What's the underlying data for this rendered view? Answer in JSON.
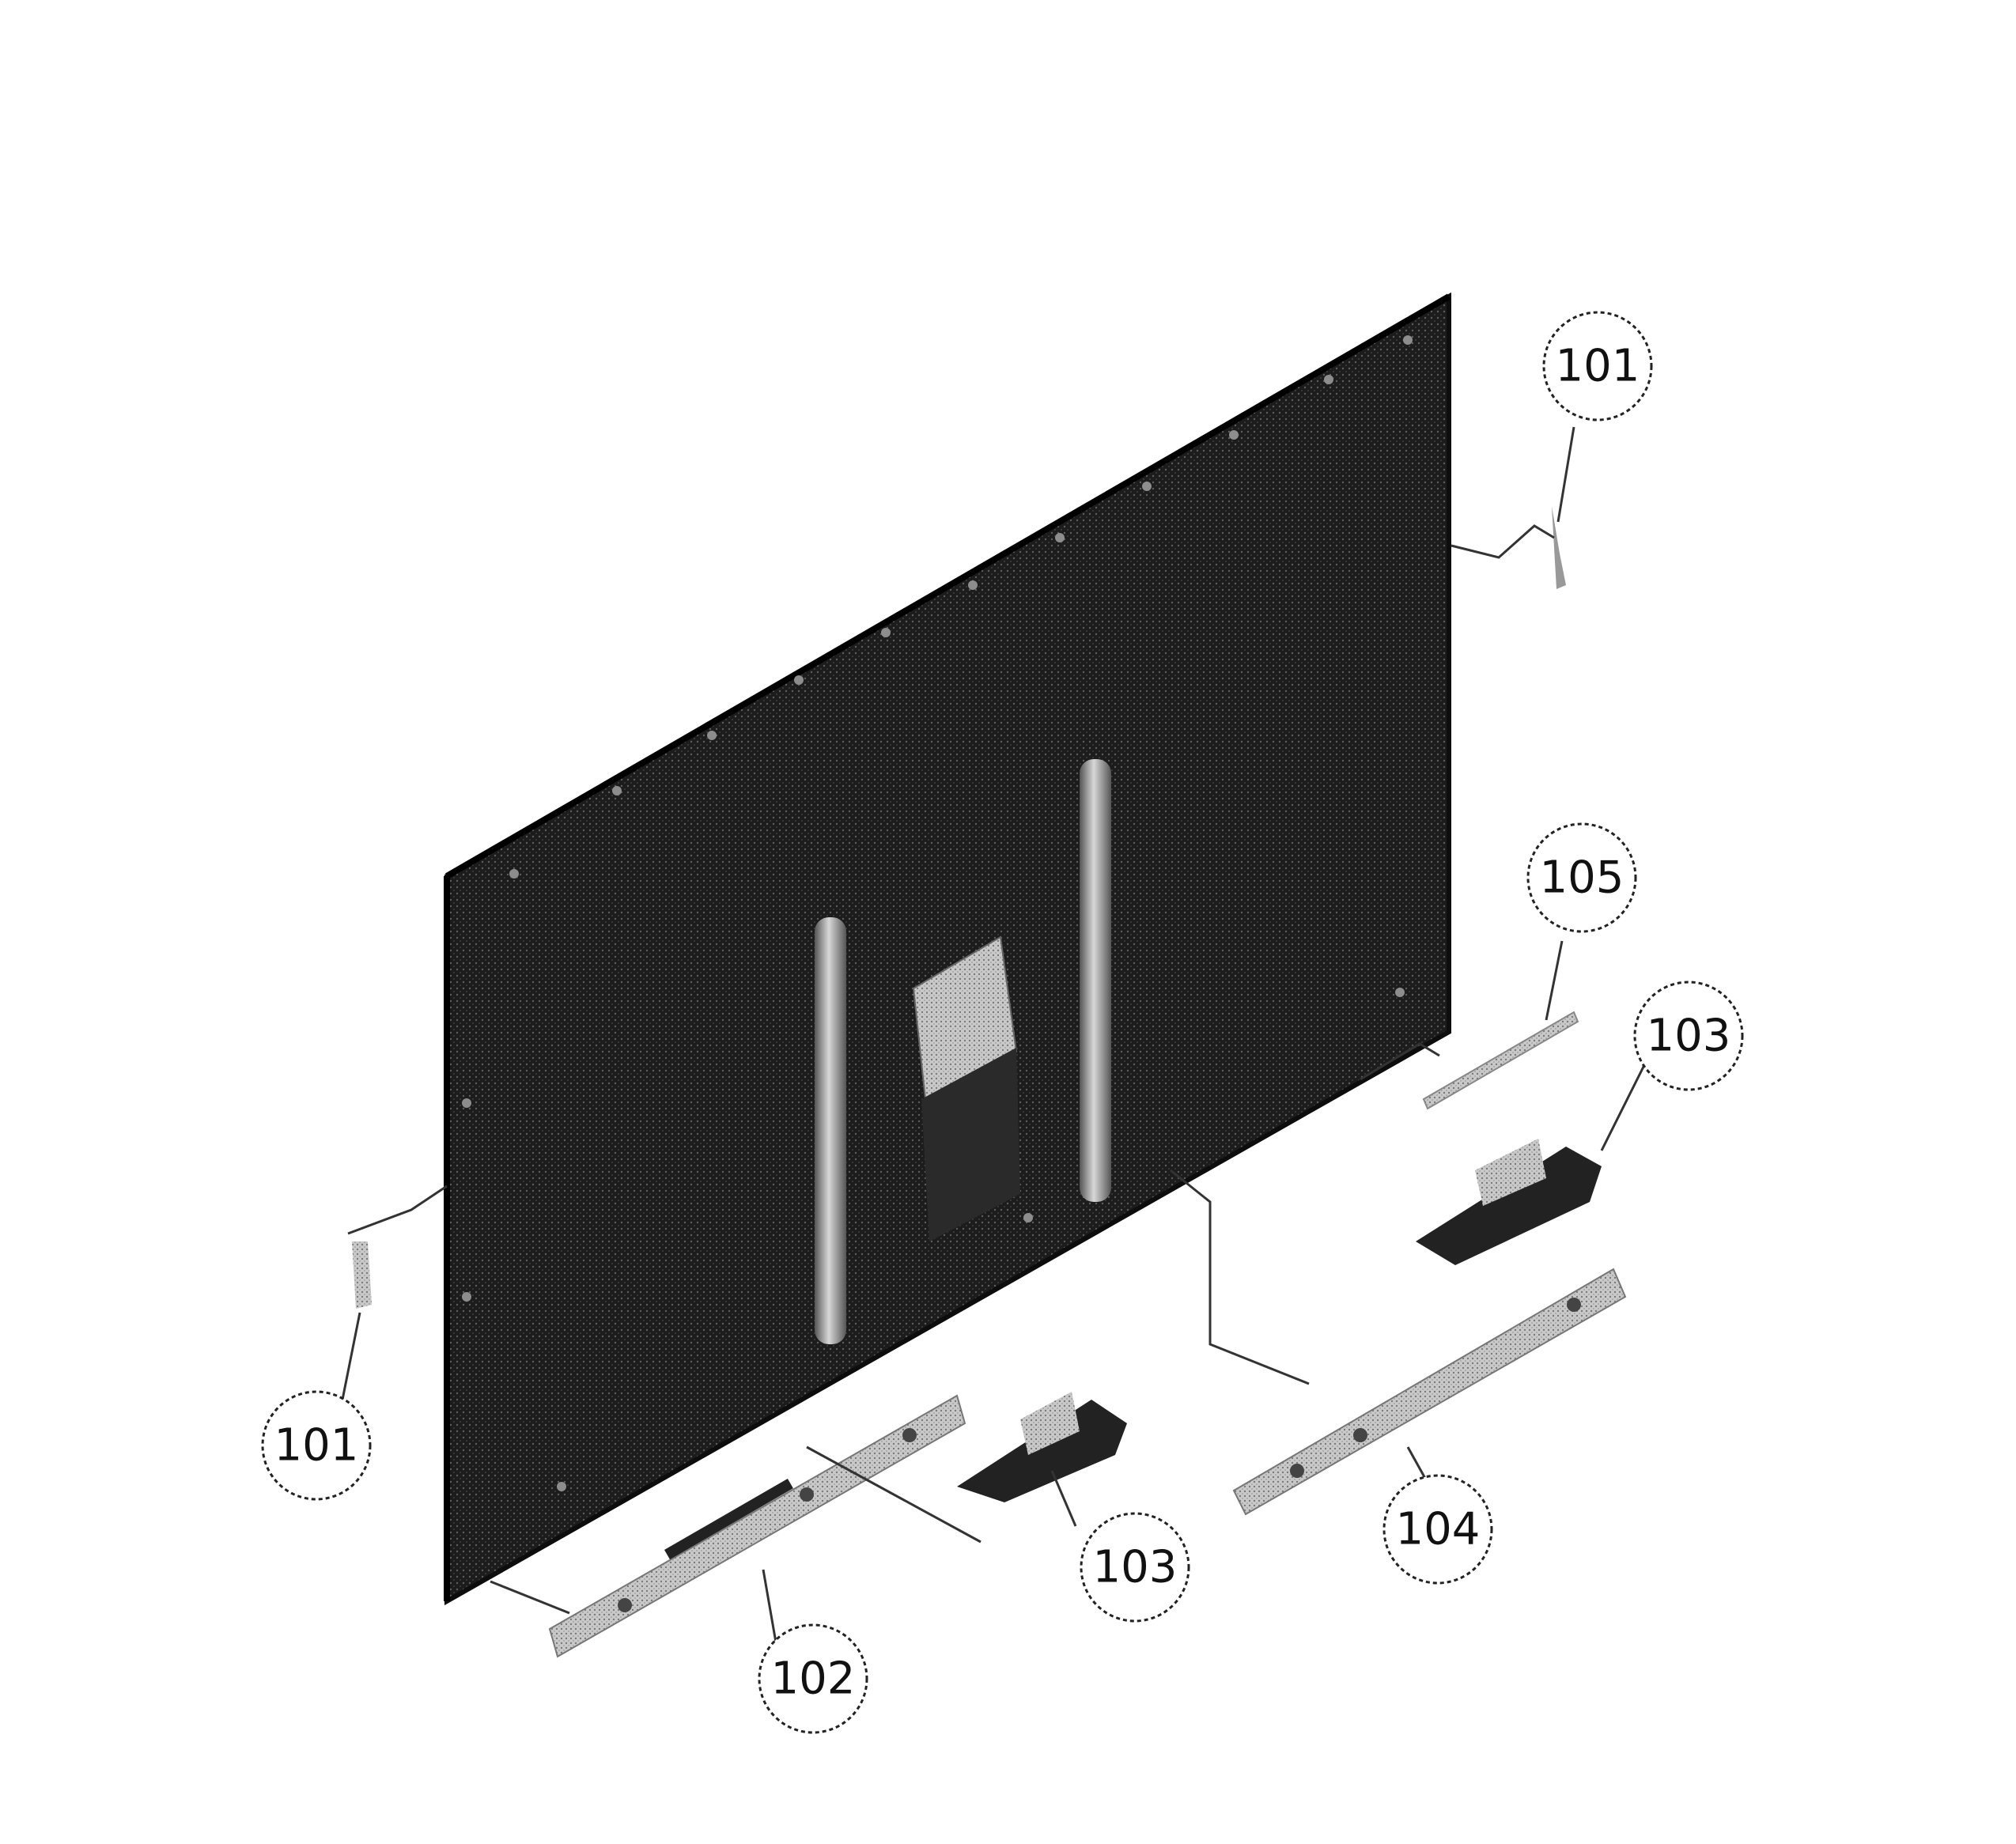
{
  "callouts": [
    {
      "id": "c101-top",
      "number": "101"
    },
    {
      "id": "c101-left",
      "number": "101"
    },
    {
      "id": "c102",
      "number": "102"
    },
    {
      "id": "c103-mid",
      "number": "103"
    },
    {
      "id": "c103-right",
      "number": "103"
    },
    {
      "id": "c104",
      "number": "104"
    },
    {
      "id": "c105",
      "number": "105"
    }
  ],
  "colors": {
    "panel": "#1c1c1c",
    "panel_dots": "#6a6a6a",
    "rail": "#9a9a9a",
    "bracket": "#b8b8b8",
    "foot": "#2a2a2a",
    "line": "#333333"
  }
}
